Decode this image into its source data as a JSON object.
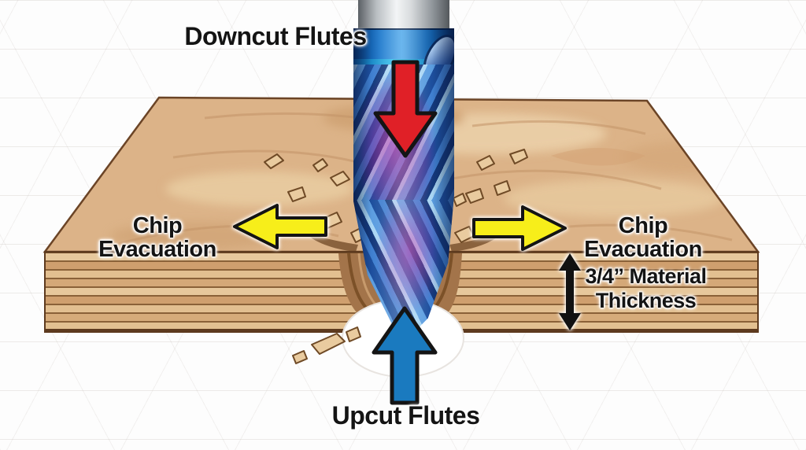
{
  "labels": {
    "downcut_flutes": "Downcut Flutes",
    "upcut_flutes": "Upcut Flutes",
    "chip_evacuation_left": "Chip Evacuation",
    "chip_evacuation_right": "Chip Evacuation",
    "material_thickness_line1": "3/4” Material",
    "material_thickness_line2": "Thickness"
  },
  "colors": {
    "downcut_arrow_red": "#e02027",
    "upcut_arrow_blue": "#1a7abf",
    "chip_arrow_yellow": "#f7ee1a",
    "arrow_outline_black": "#141414",
    "thickness_arrow_black": "#111111",
    "wood_top": "#dcb388",
    "board_outline": "#6b4426",
    "bit_blue": "#3f7fd0",
    "bit_magenta": "#b52fa0",
    "shank_silver": "#d8dbdd"
  }
}
